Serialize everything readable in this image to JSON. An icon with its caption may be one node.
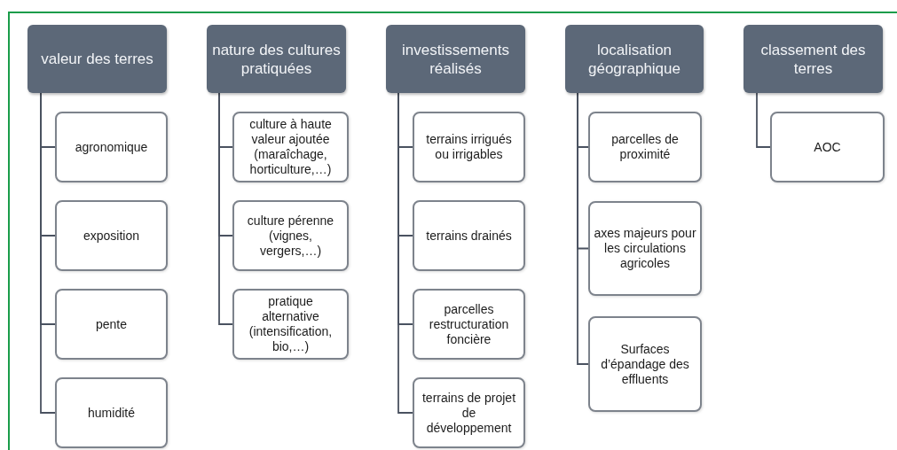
{
  "diagram": {
    "nodes": [
      {
        "text": [
          "valeur des terres"
        ]
      },
      {
        "text": [
          "agronomique"
        ]
      },
      {
        "text": [
          "exposition"
        ]
      },
      {
        "text": [
          "pente"
        ]
      },
      {
        "text": [
          "humidité"
        ]
      },
      {
        "text": [
          "nature des cultures pratiquées"
        ]
      },
      {
        "text": [
          "culture à haute valeur ajoutée (maraîchage, horticulture,…)"
        ]
      },
      {
        "text": [
          "culture pérenne (vignes, vergers,…)"
        ]
      },
      {
        "text": [
          "pratique alternative (intensification, bio,…)"
        ]
      },
      {
        "text": [
          "investissements réalisés"
        ]
      },
      {
        "text": [
          "terrains irrigués ou irrigables"
        ]
      },
      {
        "text": [
          "terrains drainés"
        ]
      },
      {
        "text": [
          "parcelles restructuration foncière"
        ]
      },
      {
        "text": [
          "terrains de projet de développement"
        ]
      },
      {
        "text": [
          "localisation géographique"
        ]
      },
      {
        "text": [
          "parcelles de proximité"
        ]
      },
      {
        "text": [
          "axes majeurs pour les circulations agricoles"
        ]
      },
      {
        "text": [
          "Surfaces d’épandage des effluents"
        ]
      },
      {
        "text": [
          "classement des terres"
        ]
      },
      {
        "text": [
          "AOC"
        ]
      }
    ],
    "edges": [
      {
        "from": 0,
        "to": 1,
        "arrow": "none"
      },
      {
        "from": 0,
        "to": 2,
        "arrow": "none"
      },
      {
        "from": 0,
        "to": 3,
        "arrow": "none"
      },
      {
        "from": 0,
        "to": 4,
        "arrow": "none"
      },
      {
        "from": 5,
        "to": 6,
        "arrow": "none"
      },
      {
        "from": 5,
        "to": 7,
        "arrow": "none"
      },
      {
        "from": 5,
        "to": 8,
        "arrow": "none"
      },
      {
        "from": 9,
        "to": 10,
        "arrow": "none"
      },
      {
        "from": 9,
        "to": 11,
        "arrow": "none"
      },
      {
        "from": 9,
        "to": 12,
        "arrow": "none"
      },
      {
        "from": 9,
        "to": 13,
        "arrow": "none"
      },
      {
        "from": 14,
        "to": 15,
        "arrow": "none"
      },
      {
        "from": 14,
        "to": 16,
        "arrow": "none"
      },
      {
        "from": 14,
        "to": 17,
        "arrow": "none"
      },
      {
        "from": 18,
        "to": 19,
        "arrow": "none"
      }
    ]
  }
}
